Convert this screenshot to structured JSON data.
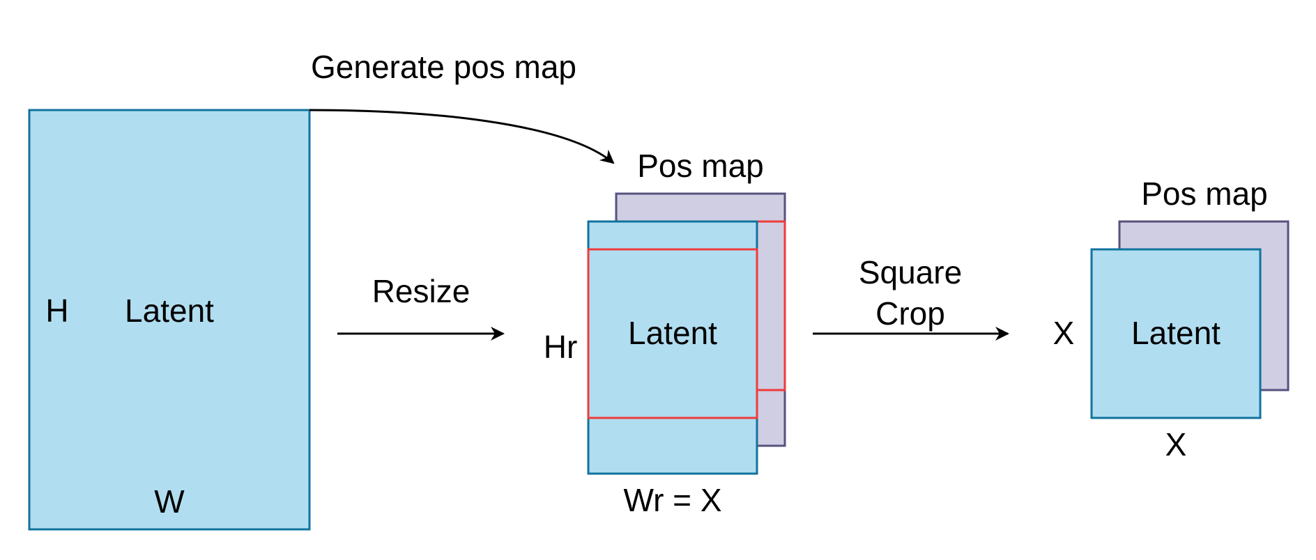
{
  "colors": {
    "latent_fill": "#b1ddf0",
    "latent_stroke": "#10739e",
    "posmap_fill": "#d0cee2",
    "posmap_stroke": "#56517e",
    "crop_stroke": "#ef3b3b",
    "arrow": "#000000"
  },
  "stage1": {
    "block_label": "Latent",
    "height_label": "H",
    "width_label": "W"
  },
  "generate_label": "Generate pos map",
  "resize_label": "Resize",
  "stage2": {
    "posmap_label": "Pos map",
    "block_label": "Latent",
    "height_label": "Hr",
    "width_label": "Wr = X"
  },
  "crop_label": {
    "line1": "Square",
    "line2": "Crop"
  },
  "stage3": {
    "posmap_label": "Pos map",
    "block_label": "Latent",
    "height_label": "X",
    "width_label": "X"
  }
}
